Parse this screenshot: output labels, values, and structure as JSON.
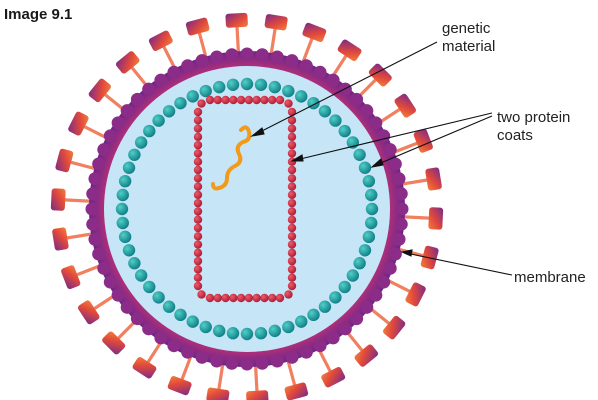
{
  "figure": {
    "title": "Image 9.1"
  },
  "labels": {
    "genetic_material": [
      "genetic",
      "material"
    ],
    "protein_coats": [
      "two protein",
      "coats"
    ],
    "membrane": "membrane"
  },
  "colors": {
    "membrane_outer": "#7a2a8a",
    "membrane_inner": "#e04050",
    "spike_head": "#e3553a",
    "spike_stem": "#f08060",
    "interior": "#c6e6f7",
    "outer_coat_bead": "#1aa7a0",
    "inner_coat_bead": "#d8304a",
    "genetic_material": "#f29a1a",
    "leader_line": "#111111"
  }
}
